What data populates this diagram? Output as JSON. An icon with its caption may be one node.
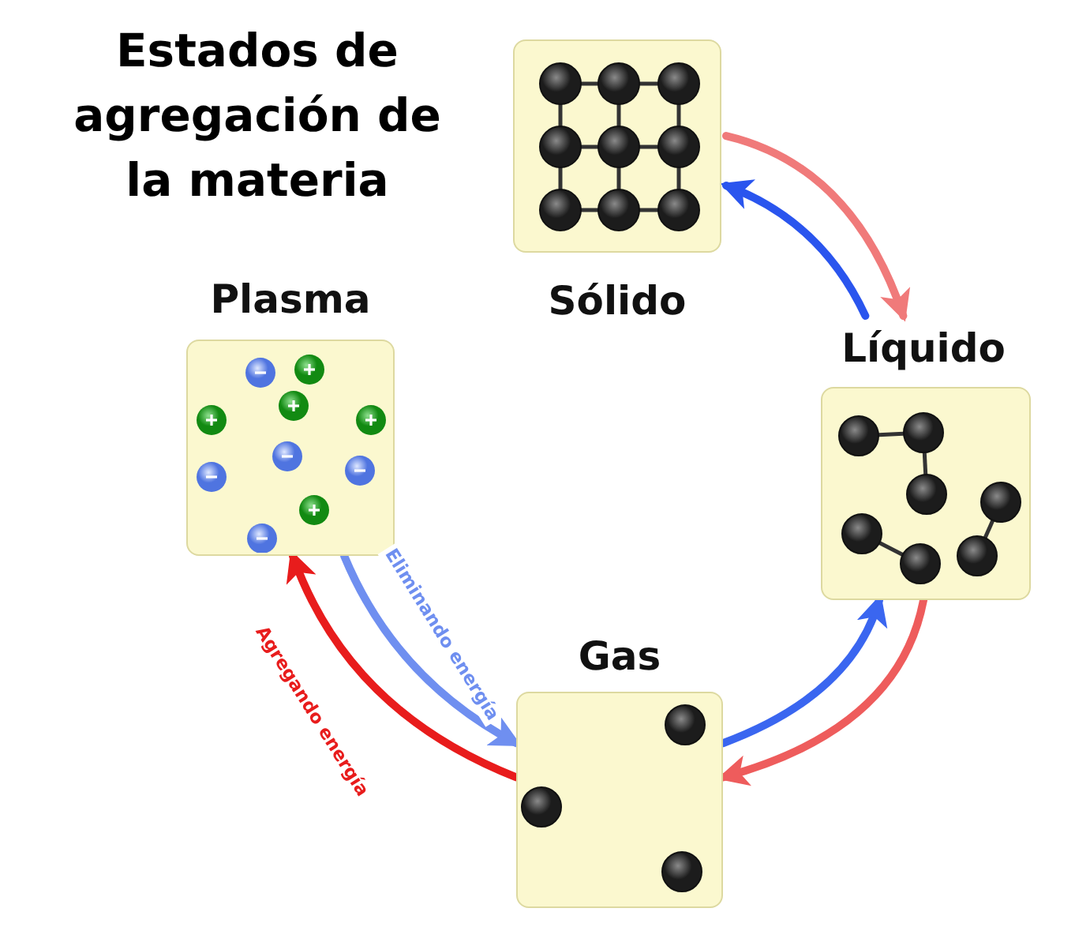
{
  "diagram": {
    "title": "Estados de agregación de la materia",
    "nodes": [
      {
        "text": [
          "Sólido"
        ]
      },
      {
        "text": [
          "Líquido"
        ]
      },
      {
        "text": [
          "Gas"
        ]
      },
      {
        "text": [
          "Plasma"
        ]
      }
    ],
    "edges": [
      {
        "from": 0,
        "to": 1,
        "arrow": "to",
        "color": "#f07a7a"
      },
      {
        "from": 1,
        "to": 0,
        "arrow": "to",
        "color": "#2a55ee"
      },
      {
        "from": 2,
        "to": 1,
        "arrow": "to",
        "color": "#3a66f0"
      },
      {
        "from": 1,
        "to": 2,
        "arrow": "to",
        "color": "#ee5c5c"
      },
      {
        "from": 2,
        "to": 3,
        "arrow": "to",
        "color": "#e81c1c",
        "label": "Agregando energía"
      },
      {
        "from": 3,
        "to": 2,
        "arrow": "to",
        "color": "#6f8ff0",
        "label": "Eliminando energía"
      }
    ]
  }
}
